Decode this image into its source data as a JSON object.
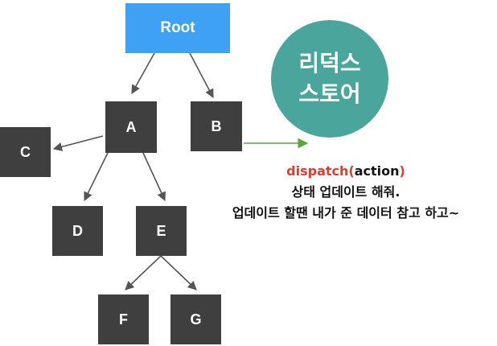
{
  "tree": {
    "root": {
      "label": "Root",
      "color": "#3fa1f3"
    },
    "node_color": "#3f3f3f",
    "nodes": {
      "A": "A",
      "B": "B",
      "C": "C",
      "D": "D",
      "E": "E",
      "F": "F",
      "G": "G"
    }
  },
  "store": {
    "line1": "리덕스",
    "line2": "스토어",
    "color": "#4aa69c"
  },
  "caption": {
    "dispatch_fn": "dispatch(",
    "dispatch_arg": "action",
    "dispatch_close": ")",
    "line2": "상태 업데이트 해줘.",
    "line3": "업데이트 할땐 내가 준 데이터 참고 하고~"
  },
  "arrow_color": "#5aa838"
}
